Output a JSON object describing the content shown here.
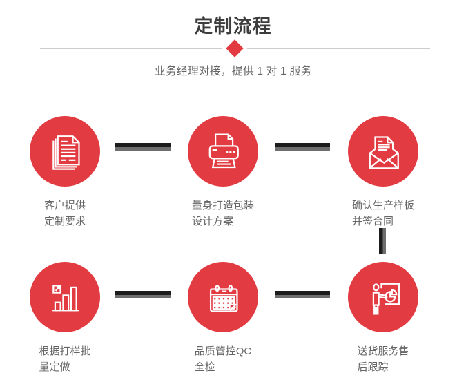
{
  "header": {
    "title": "定制流程",
    "subtitle": "业务经理对接，提供 1 对 1 服务"
  },
  "colors": {
    "accent_red": "#e23b41",
    "connector_dark": "#1c1c1c",
    "connector_gray": "#6e6e6e",
    "divider": "#cccccc",
    "title_text": "#3d3d3d",
    "label_text": "#666666",
    "icon_stroke": "#ffffff"
  },
  "steps": [
    {
      "icon": "documents-icon",
      "line1": "客户提供",
      "line2": "定制要求"
    },
    {
      "icon": "printer-icon",
      "line1": "量身打造包装",
      "line2": "设计方案"
    },
    {
      "icon": "envelope-icon",
      "line1": "确认生产样板",
      "line2": "并签合同"
    },
    {
      "icon": "bar-chart-icon",
      "line1": "根据打样批",
      "line2": "量定做"
    },
    {
      "icon": "calendar-icon",
      "line1": "品质管控QC",
      "line2": "全检"
    },
    {
      "icon": "presenter-icon",
      "line1": "送货服务售",
      "line2": "后跟踪"
    }
  ]
}
